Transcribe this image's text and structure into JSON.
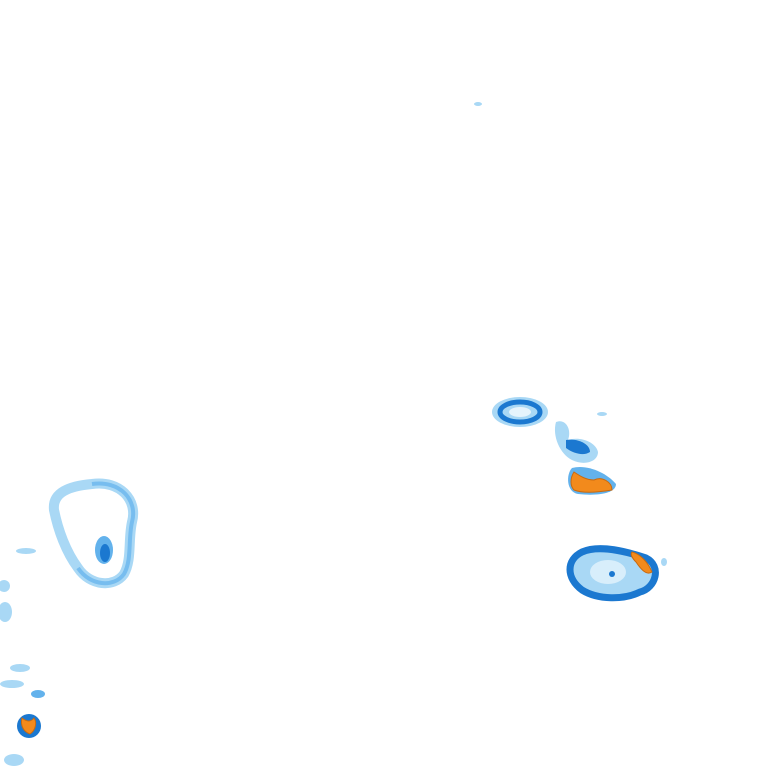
{
  "map": {
    "background": "#ffffff",
    "palette": {
      "light": "#a9d8f5",
      "medium": "#63b2ec",
      "strong": "#1b78d0",
      "dark": "#0d4f9c",
      "intense": "#f28a1c",
      "intense_edge": "#c86a10"
    },
    "cells": [
      {
        "name": "precip-cell-northwest-ring",
        "intensity": "light"
      },
      {
        "name": "precip-cell-northwest-ring-core",
        "intensity": "strong"
      },
      {
        "name": "precip-cell-east-small-ring",
        "intensity": "medium"
      },
      {
        "name": "precip-cell-east-band",
        "intensity": "medium"
      },
      {
        "name": "precip-cell-east-intense",
        "intensity": "intense"
      },
      {
        "name": "precip-cell-southeast-large",
        "intensity": "strong"
      },
      {
        "name": "precip-cell-southeast-intense",
        "intensity": "intense"
      },
      {
        "name": "precip-cell-southwest-edge",
        "intensity": "light"
      },
      {
        "name": "precip-cell-southwest-intense",
        "intensity": "intense"
      },
      {
        "name": "precip-speck-north",
        "intensity": "light"
      }
    ]
  }
}
